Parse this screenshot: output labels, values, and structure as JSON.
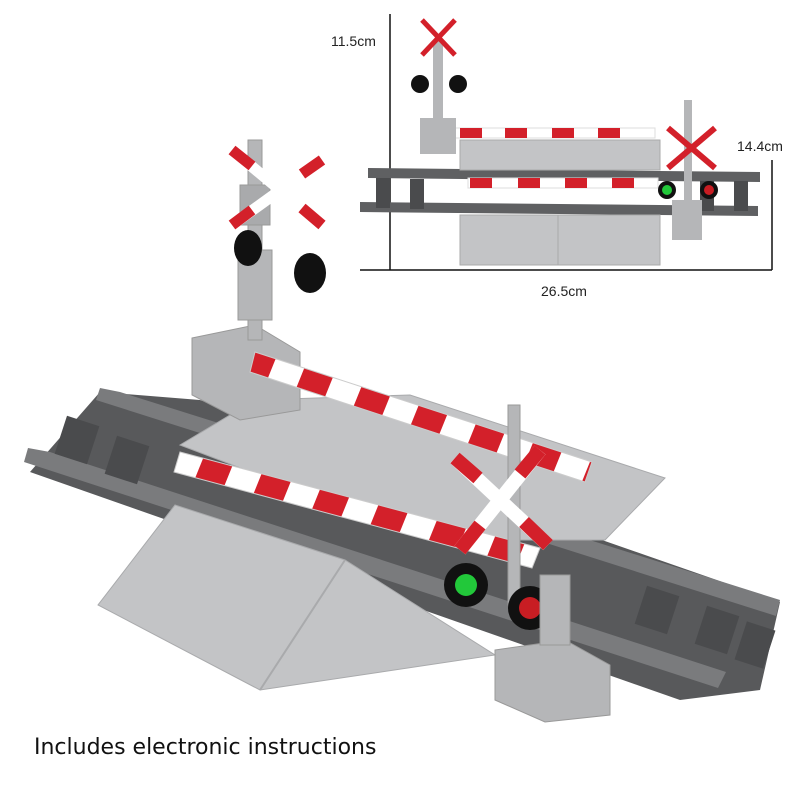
{
  "dimensions": {
    "height": "11.5cm",
    "depth": "14.4cm",
    "width": "26.5cm"
  },
  "caption": "Includes electronic instructions",
  "colors": {
    "rail": "#5f6062",
    "sleeper": "#4a4b4d",
    "plate": "#c3c4c6",
    "plate_dark": "#a9aaac",
    "barrier_red": "#d3202a",
    "barrier_white": "#ffffff",
    "signal_green": "#22c83a",
    "signal_red": "#c81d23",
    "post": "#b5b6b8"
  },
  "icons": {
    "product": "railway-level-crossing-brick-set"
  }
}
